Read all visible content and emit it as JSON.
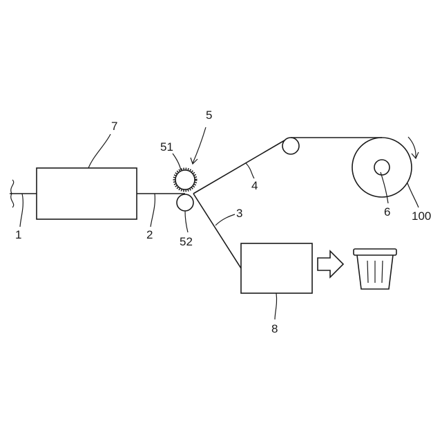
{
  "labels": {
    "fiber": "1",
    "fiber_after_unit": "2",
    "branch_lower": "3",
    "branch_upper": "4",
    "roller_unit": "5",
    "core": "6",
    "processing_unit": "7",
    "collector": "8",
    "upper_roller": "51",
    "lower_roller": "52",
    "take_up_roll": "100"
  },
  "icons": {
    "arrow": "hollow-right-arrow",
    "waste_bin": "trash-bin-icon",
    "rotation": "curved-arrow-icon"
  }
}
